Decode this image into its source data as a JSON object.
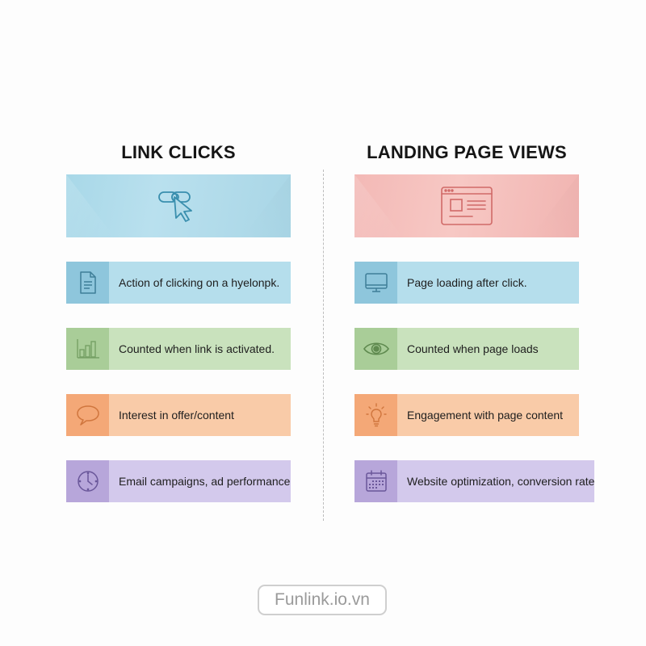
{
  "columns": {
    "left": {
      "title": "LINK CLICKS",
      "hero_icon": "link-cursor-icon",
      "hero_color": "#b5deec",
      "rows": [
        {
          "icon": "document-icon",
          "text": "Action of clicking on a hyelonpk.",
          "color": "#b5deec"
        },
        {
          "icon": "bar-chart-icon",
          "text": "Counted when link is activated.",
          "color": "#c9e2bd"
        },
        {
          "icon": "speech-bubble-icon",
          "text": "Interest in offer/content",
          "color": "#f9cba8"
        },
        {
          "icon": "clock-icon",
          "text": "Email campaigns, ad performance",
          "color": "#d3c9ec"
        }
      ]
    },
    "right": {
      "title": "LANDING PAGE VIEWS",
      "hero_icon": "browser-window-icon",
      "hero_color": "#f7c8c4",
      "rows": [
        {
          "icon": "monitor-icon",
          "text": "Page loading after click.",
          "color": "#b5deec"
        },
        {
          "icon": "eye-icon",
          "text": "Counted when page loads",
          "color": "#c9e2bd"
        },
        {
          "icon": "lightbulb-icon",
          "text": "Engagement with page content",
          "color": "#f9cba8"
        },
        {
          "icon": "calendar-icon",
          "text": "Website optimization, conversion rate",
          "color": "#d3c9ec"
        }
      ]
    }
  },
  "footer": {
    "brand": "Funlink.io.vn"
  }
}
